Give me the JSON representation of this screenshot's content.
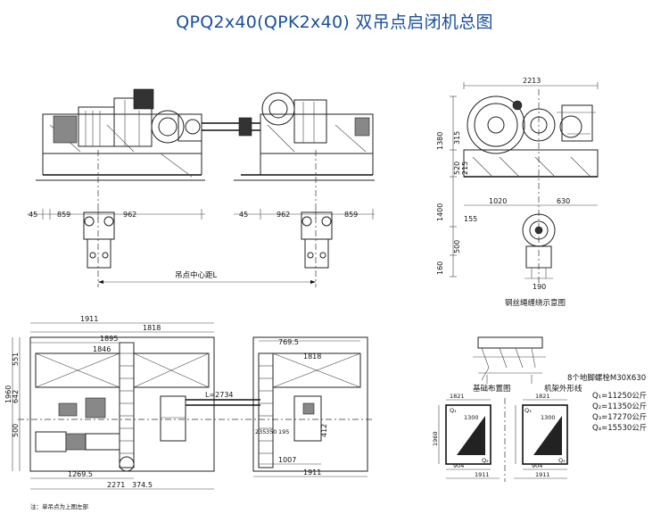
{
  "title": "QPQ2x40(QPK2x40) 双吊点启闭机总图",
  "front_view": {
    "dims_left": [
      "45",
      "859",
      "962"
    ],
    "dims_right": [
      "45",
      "962",
      "859"
    ],
    "center_label": "吊点中心距L"
  },
  "side_view": {
    "width": "2213",
    "heights": [
      "1380",
      "315",
      "520",
      "215",
      "1400",
      "500",
      "160"
    ],
    "bottom_dims": [
      "1020",
      "630",
      "155",
      "190"
    ],
    "caption": "钢丝绳缠绕示意图"
  },
  "plan_view": {
    "top_dims": [
      "1911",
      "1818",
      "1895",
      "1846"
    ],
    "left_dims": [
      "551",
      "1960",
      "642",
      "500"
    ],
    "bottom_dims": [
      "1269.5",
      "2271",
      "374.5"
    ],
    "shaft_label": "L=2734",
    "right_top_dims": [
      "769.5",
      "1818"
    ],
    "right_bottom_dims": [
      "235",
      "350",
      "195",
      "1007",
      "1911"
    ],
    "drum_dim": "412",
    "note": "注：单吊点为上图左部"
  },
  "foundation": {
    "title": "基础布置图",
    "frame_label": "机架外形线",
    "bolt_label": "8个地脚螺栓M30X630",
    "loads": [
      "Q₁=11250公斤",
      "Q₂=11350公斤",
      "Q₃=17270公斤",
      "Q₄=15530公斤"
    ],
    "dims": [
      "1821",
      "1300",
      "1821",
      "1300",
      "1960",
      "904",
      "1911",
      "904",
      "1911"
    ],
    "q_marks": [
      "Q₁",
      "Q₂",
      "Q₃",
      "Q₄"
    ]
  }
}
